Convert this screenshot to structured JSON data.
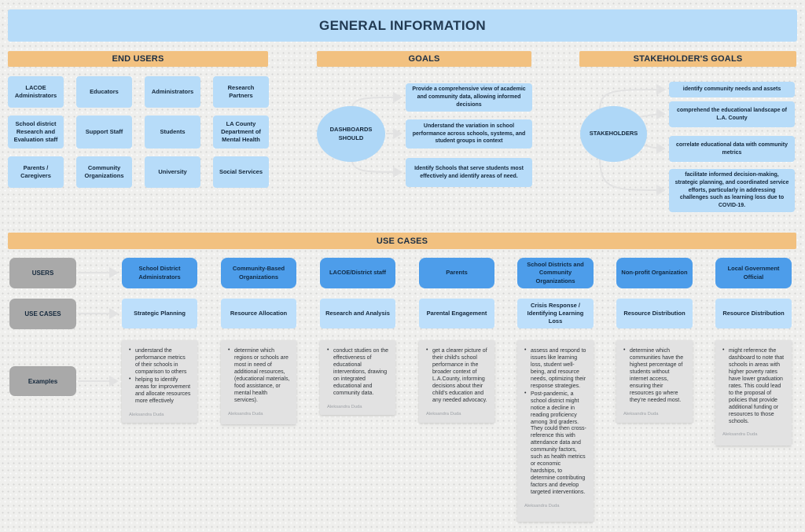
{
  "title": "GENERAL INFORMATION",
  "end_users": {
    "header": "END USERS",
    "items": [
      "LACOE Administrators",
      "Educators",
      "Administrators",
      "Research Partners",
      "School district Research and Evaluation staff",
      "Support Staff",
      "Students",
      "LA County Department of Mental Health",
      "Parents / Caregivers",
      "Community Organizations",
      "University",
      "Social Services"
    ]
  },
  "goals": {
    "header": "GOALS",
    "hub": "DASHBOARDS SHOULD",
    "items": [
      "Provide a comprehensive view of academic and community data, allowing informed decisions",
      "Understand the variation in school performance across schools, systems, and student groups in context",
      "Identify Schools that serve students most effectively and identify areas of need."
    ]
  },
  "stakeholders_goals": {
    "header": "STAKEHOLDER'S GOALS",
    "hub": "STAKEHOLDERS",
    "items": [
      "identify community needs and assets",
      "comprehend the educational landscape of L.A. County",
      "correlate educational data with community metrics",
      "facilitate informed decision-making, strategic planning, and coordinated service efforts, particularly in addressing challenges such as learning loss due to COVID-19."
    ]
  },
  "use_cases": {
    "header": "USE CASES",
    "labels": {
      "users": "USERS",
      "use_cases": "USE CASES",
      "examples": "Examples"
    },
    "author": "Aleksandra Duda",
    "columns": [
      {
        "user": "School District Administrators",
        "use_case": "Strategic Planning",
        "examples": [
          "understand the performance metrics of their schools in comparison to others",
          "helping to identify areas for improvement and allocate resources more effectively"
        ]
      },
      {
        "user": "Community-Based Organizations",
        "use_case": "Resource Allocation",
        "examples": [
          "determine which regions or schools are most in need of additional resources, (educational materials, food assistance, or mental health services)."
        ]
      },
      {
        "user": "LACOE/District staff",
        "use_case": "Research and Analysis",
        "examples": [
          "conduct studies on the effectiveness of educational interventions, drawing on integrated educational and community data."
        ]
      },
      {
        "user": "Parents",
        "use_case": "Parental Engagement",
        "examples": [
          "get a clearer picture of their child's school performance in the broader context of L.A.County, informing decisions about their child's education and any needed advocacy."
        ]
      },
      {
        "user": "School Districts and Community Organizations",
        "use_case": "Crisis Response / Identifying Learning Loss",
        "examples": [
          "assess and respond to issues like learning loss, student well-being, and resource needs, optimizing their response strategies.",
          "Post-pandemic, a school district might notice a decline in reading proficiency among 3rd graders. They could then cross-reference this with attendance data and community factors, such as health metrics or economic hardships, to determine contributing factors and develop targeted interventions."
        ]
      },
      {
        "user": "Non-profit Organization",
        "use_case": "Resource Distribution",
        "examples": [
          "determine which communities have the highest percentage of students without internet access, ensuring their resources go where they're needed most."
        ]
      },
      {
        "user": "Local Government Official",
        "use_case": "Resource Distribution",
        "examples": [
          "might reference the dashboard to note that schools in areas with higher poverty rates have lower graduation rates. This could lead to the proposal of policies that provide additional funding or resources to those schools."
        ]
      }
    ]
  },
  "colors": {
    "accent_blue": "#4D9DEA",
    "light_blue": "#B7DCF9",
    "pale_blue": "#BDDFFB",
    "orange": "#F2C180",
    "gray_label": "#A9A9A9",
    "note_gray": "#E2E2E2",
    "text_navy": "#14283C"
  }
}
